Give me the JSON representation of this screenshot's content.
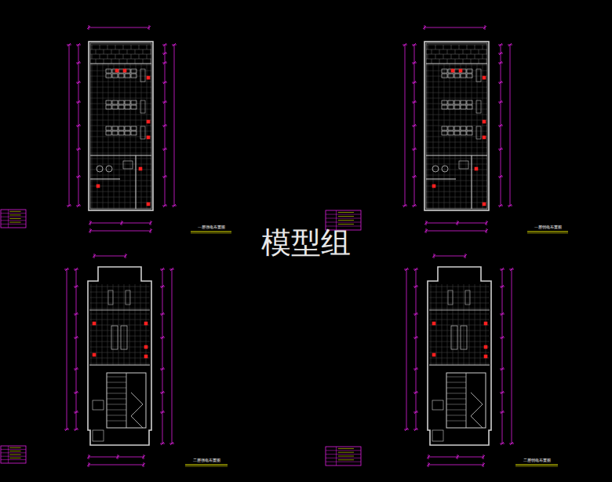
{
  "diagram": {
    "labels": [
      "一层强电布置图",
      "一层弱电布置图",
      "二层强电布置图",
      "二层弱电布置图",
      "模型组"
    ]
  }
}
